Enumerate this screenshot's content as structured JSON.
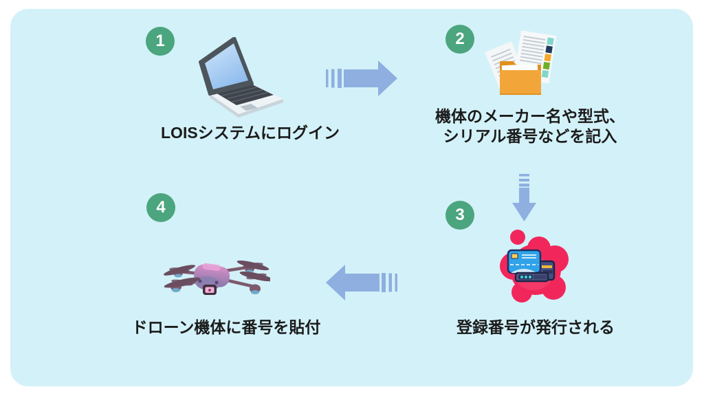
{
  "colors": {
    "page_background": "#ffffff",
    "board_background": "#d3f1f8",
    "badge_green": "#4ba57e",
    "badge_number": "#ffffff",
    "arrow_blue": "#8eafe0",
    "label_text": "#1b1b1b",
    "blob_pink": "#f1275b",
    "folder_orange": "#f2a63a"
  },
  "steps": [
    {
      "number": "1",
      "label": "LOISシステムにログイン",
      "icon": "laptop-icon"
    },
    {
      "number": "2",
      "label": "機体のメーカー名や型式、\nシリアル番号などを記入",
      "icon": "documents-folder-icon"
    },
    {
      "number": "3",
      "label": "登録番号が発行される",
      "icon": "registration-card-icon"
    },
    {
      "number": "4",
      "label": "ドローン機体に番号を貼付",
      "icon": "drone-icon"
    }
  ],
  "flow": [
    {
      "from": "1",
      "to": "2",
      "direction": "right"
    },
    {
      "from": "2",
      "to": "3",
      "direction": "down"
    },
    {
      "from": "3",
      "to": "4",
      "direction": "left"
    }
  ]
}
